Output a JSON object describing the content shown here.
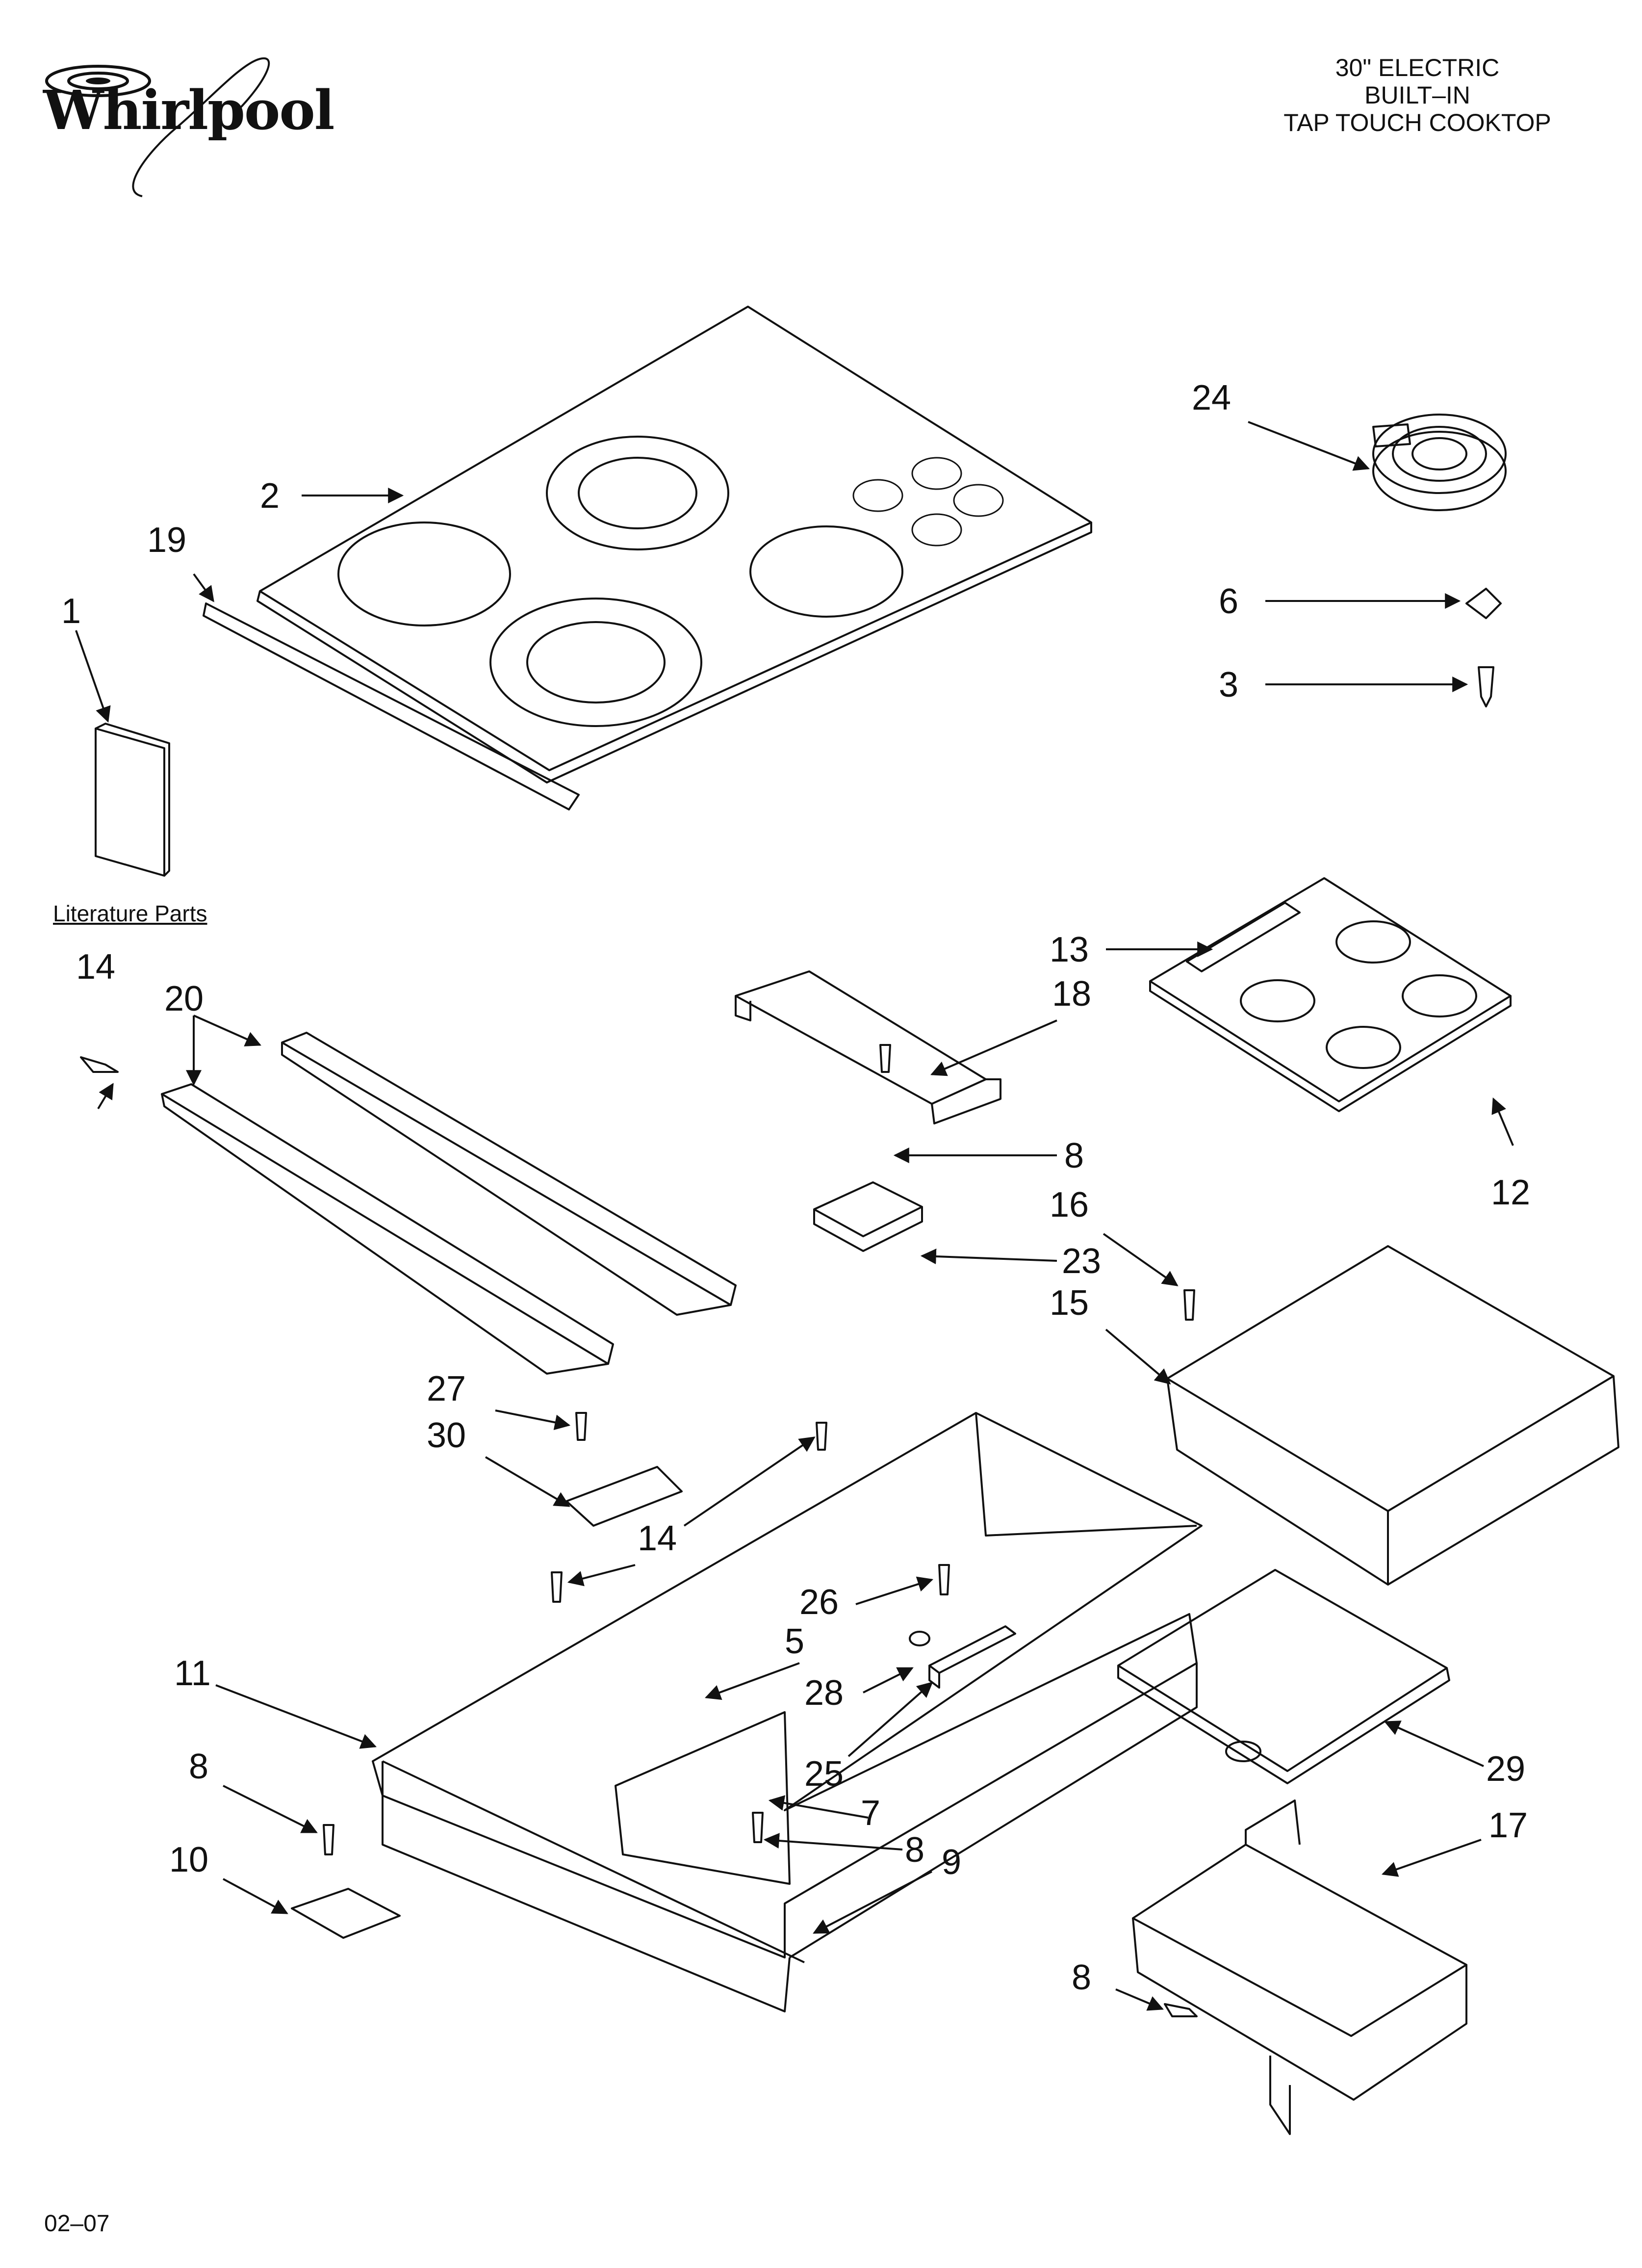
{
  "brand": {
    "name": "Whirlpool",
    "logo_icon": "whirlpool-swirl-logo"
  },
  "title": {
    "line1": "30\" ELECTRIC",
    "line2": "BUILT–IN",
    "line3": "TAP TOUCH COOKTOP"
  },
  "literature_label": "Literature Parts",
  "footer_code": "02–07",
  "callouts": {
    "c1": "1",
    "c2": "2",
    "c3": "3",
    "c5": "5",
    "c6": "6",
    "c7": "7",
    "c8a": "8",
    "c8b": "8",
    "c8c": "8",
    "c8d": "8",
    "c9": "9",
    "c10": "10",
    "c11": "11",
    "c12": "12",
    "c13": "13",
    "c14a": "14",
    "c14b": "14",
    "c15": "15",
    "c16": "16",
    "c17": "17",
    "c18": "18",
    "c19": "19",
    "c20": "20",
    "c23": "23",
    "c24": "24",
    "c25": "25",
    "c26": "26",
    "c27": "27",
    "c28": "28",
    "c29": "29",
    "c30": "30"
  },
  "colors": {
    "ink": "#111111",
    "paper": "#ffffff"
  }
}
